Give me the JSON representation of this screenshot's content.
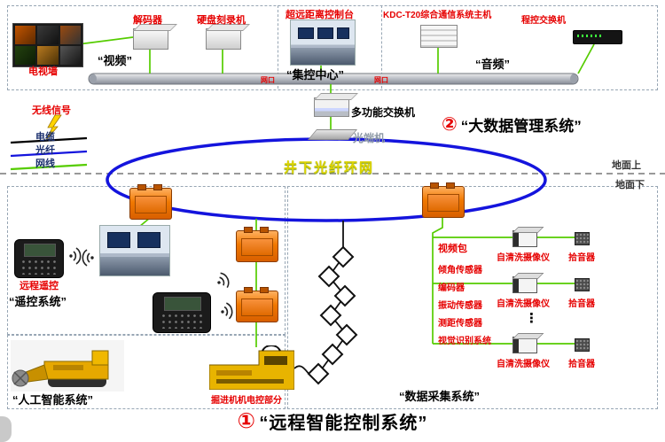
{
  "colors": {
    "red_label": "#e60000",
    "fiber_blue": "#1414dd",
    "cable_black": "#000000",
    "net_green": "#55cc00",
    "orange_device": "#f07800",
    "ring_blue": "#1414dd"
  },
  "top": {
    "tv_wall": "电视墙",
    "decoder": "解码器",
    "recorder": "硬盘刻录机",
    "video_system": "“视频”",
    "console": "超远距离控制台",
    "control_center": "“集控中心”",
    "comm_host": "KDC-T20综合通信系统主机",
    "pbx": "程控交换机",
    "audio_system": "“音频”",
    "bus_port_left": "网口",
    "bus_port_right": "网口"
  },
  "legend": {
    "wireless": "无线信号",
    "cable": "电缆",
    "fiber": "光纤",
    "network": "网线"
  },
  "backbone": {
    "switch": "多功能交换机",
    "optical_terminal": "光端机",
    "ring": "井下光纤环网",
    "above_ground": "地面上",
    "below_ground": "地面下",
    "bigdata_no": "②",
    "bigdata": "“大数据管理系统”"
  },
  "remote": {
    "handheld": "远程遥控",
    "system": "“遥控系统”"
  },
  "ai": {
    "system": "“人工智能系统”",
    "machine_part": "掘进机机电控部分"
  },
  "daq": {
    "video_pack": "视频包",
    "sensors": [
      "倾角传感器",
      "编码器",
      "振动传感器",
      "测距传感器",
      "视觉识别系统"
    ],
    "cameras": [
      "自清洗摄像仪",
      "自清洗摄像仪",
      "自清洗摄像仪"
    ],
    "pickups": [
      "拾音器",
      "拾音器",
      "拾音器"
    ],
    "dots": "⋮",
    "system": "“数据采集系统”"
  },
  "footer": {
    "no": "①",
    "title": "“远程智能控制系统”"
  }
}
